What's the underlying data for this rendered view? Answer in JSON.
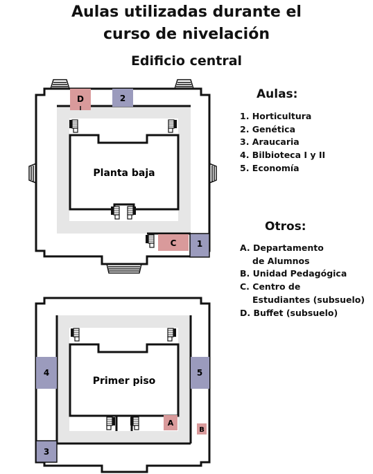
{
  "title_line1": "Aulas utilizadas durante el",
  "title_line2": "curso de nivelación",
  "building": "Edificio central",
  "floors": {
    "ground": {
      "label": "Planta baja"
    },
    "first": {
      "label": "Primer piso"
    }
  },
  "markers": {
    "D": "D",
    "C": "C",
    "A": "A",
    "B": "B",
    "n1": "1",
    "n2": "2",
    "n3": "3",
    "n4": "4",
    "n5": "5"
  },
  "legend": {
    "aulas_title": "Aulas:",
    "aulas": [
      "1. Horticultura",
      "2. Genética",
      "3. Araucaria",
      "4. Bilbioteca I y II",
      "5. Economía"
    ],
    "otros_title": "Otros:",
    "otros": [
      "A. Departamento",
      "de Alumnos",
      "B. Unidad Pedagógica",
      "C. Centro de",
      "Estudiantes (subsuelo)",
      "D. Buffet (subsuelo)"
    ]
  },
  "colors": {
    "aula": "#9b9bbd",
    "otros": "#d99a9b",
    "corridor": "#e6e6e6",
    "wall": "#111111"
  }
}
